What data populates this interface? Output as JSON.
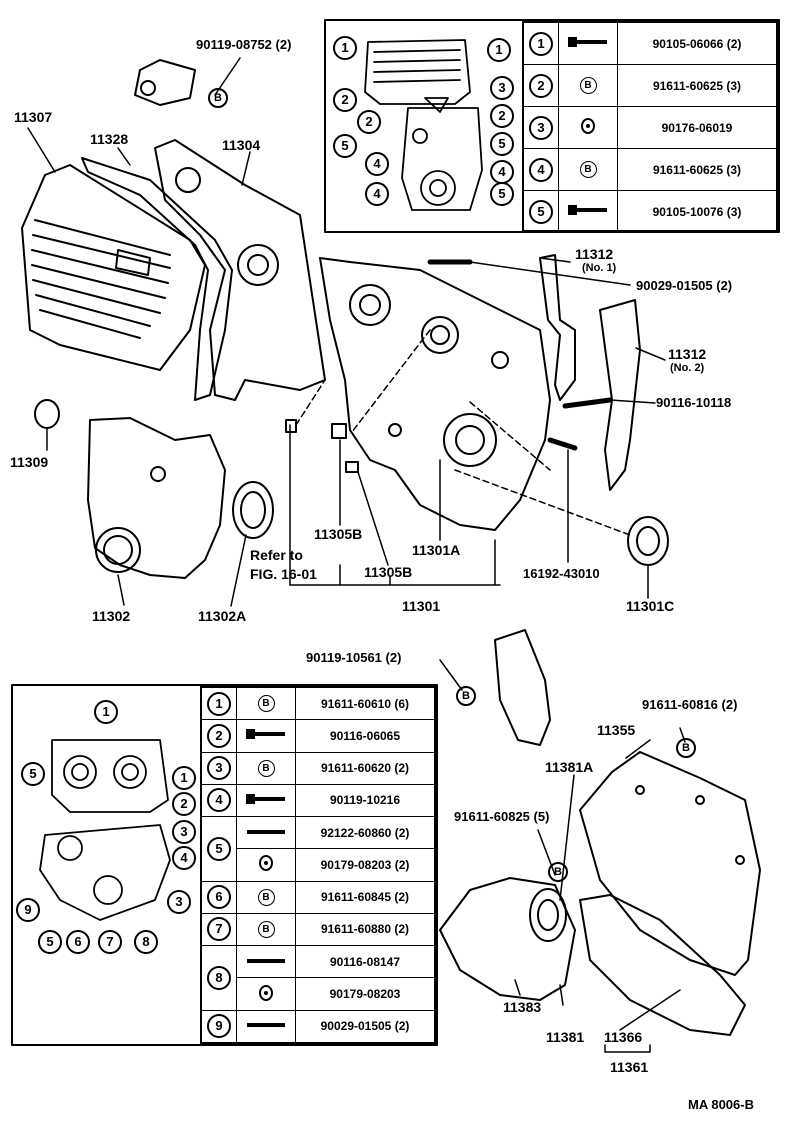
{
  "top_table": {
    "rows": [
      {
        "num": "1",
        "sym": "bolt",
        "part": "90105-06066 (2)"
      },
      {
        "num": "2",
        "sym": "B",
        "part": "91611-60625 (3)"
      },
      {
        "num": "3",
        "sym": "nut",
        "part": "90176-06019"
      },
      {
        "num": "4",
        "sym": "B",
        "part": "91611-60625 (3)"
      },
      {
        "num": "5",
        "sym": "bolt",
        "part": "90105-10076 (3)"
      }
    ]
  },
  "bottom_table": {
    "rows": [
      {
        "num": "1",
        "sym": "B",
        "part": "91611-60610 (6)"
      },
      {
        "num": "2",
        "sym": "bolt",
        "part": "90116-06065"
      },
      {
        "num": "3",
        "sym": "B",
        "part": "91611-60620 (2)"
      },
      {
        "num": "4",
        "sym": "bolt",
        "part": "90119-10216"
      },
      {
        "num": "5",
        "sym": "stud",
        "part": "92122-60860 (2)"
      },
      {
        "num": "",
        "sym": "nut",
        "part": "90179-08203 (2)"
      },
      {
        "num": "6",
        "sym": "B",
        "part": "91611-60845 (2)"
      },
      {
        "num": "7",
        "sym": "B",
        "part": "91611-60880 (2)"
      },
      {
        "num": "8",
        "sym": "stud",
        "part": "90116-08147"
      },
      {
        "num": "",
        "sym": "nut",
        "part": "90179-08203"
      },
      {
        "num": "9",
        "sym": "stud",
        "part": "90029-01505 (2)"
      }
    ]
  },
  "labels": {
    "p90119_08752": "90119-08752 (2)",
    "p11307": "11307",
    "p11328": "11328",
    "p11304": "11304",
    "p11312_1": "11312",
    "p11312_1_note": "(No. 1)",
    "p90029_01505": "90029-01505 (2)",
    "p11312_2": "11312",
    "p11312_2_note": "(No. 2)",
    "p90116_10118": "90116-10118",
    "p11309": "11309",
    "p11305B_a": "11305B",
    "p11305B_b": "11305B",
    "p11301A": "11301A",
    "refer_to": "Refer to",
    "fig_ref": "FIG. 16-01",
    "p16192_43010": "16192-43010",
    "p11302": "11302",
    "p11302A": "11302A",
    "p11301": "11301",
    "p11301C": "11301C",
    "p90119_10561": "90119-10561 (2)",
    "p91611_60816": "91611-60816 (2)",
    "p11355": "11355",
    "p11381A": "11381A",
    "p91611_60825": "91611-60825 (5)",
    "p11383": "11383",
    "p11381": "11381",
    "p11366": "11366",
    "p11361": "11361",
    "code": "MA 8006-B"
  },
  "symbol_letter": "B",
  "callouts_top": [
    "1",
    "1",
    "2",
    "3",
    "2",
    "2",
    "5",
    "5",
    "4",
    "4",
    "4",
    "5"
  ],
  "callouts_bottom": [
    "1",
    "5",
    "1",
    "2",
    "3",
    "4",
    "9",
    "3",
    "5",
    "6",
    "7",
    "8"
  ]
}
